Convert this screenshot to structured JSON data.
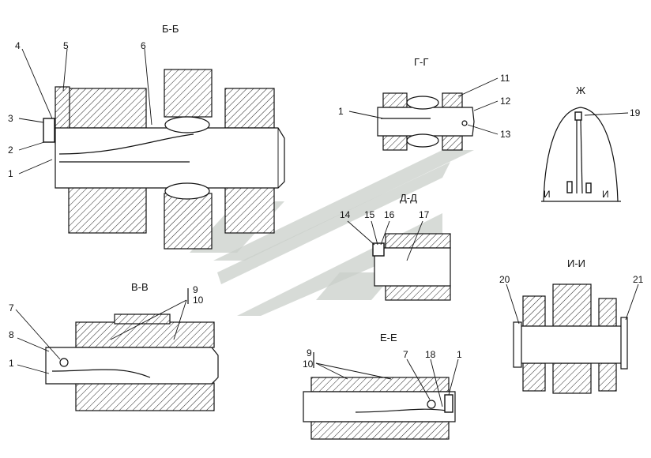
{
  "sections": {
    "bb": {
      "title": "Б-Б",
      "callouts": [
        "4",
        "5",
        "6",
        "3",
        "2",
        "1"
      ]
    },
    "gg": {
      "title": "Г-Г",
      "callouts": [
        "11",
        "12",
        "1",
        "13"
      ]
    },
    "zh": {
      "title": "Ж",
      "callouts": [
        "19"
      ],
      "marks": [
        "И",
        "И"
      ]
    },
    "dd": {
      "title": "Д-Д",
      "callouts": [
        "14",
        "15",
        "16",
        "17"
      ]
    },
    "vv": {
      "title": "В-В",
      "callouts": [
        "9",
        "10",
        "7",
        "8",
        "1"
      ]
    },
    "ee": {
      "title": "Е-Е",
      "callouts": [
        "9",
        "10",
        "7",
        "18",
        "1"
      ]
    },
    "ii": {
      "title": "И-И",
      "callouts": [
        "20",
        "21"
      ]
    }
  }
}
